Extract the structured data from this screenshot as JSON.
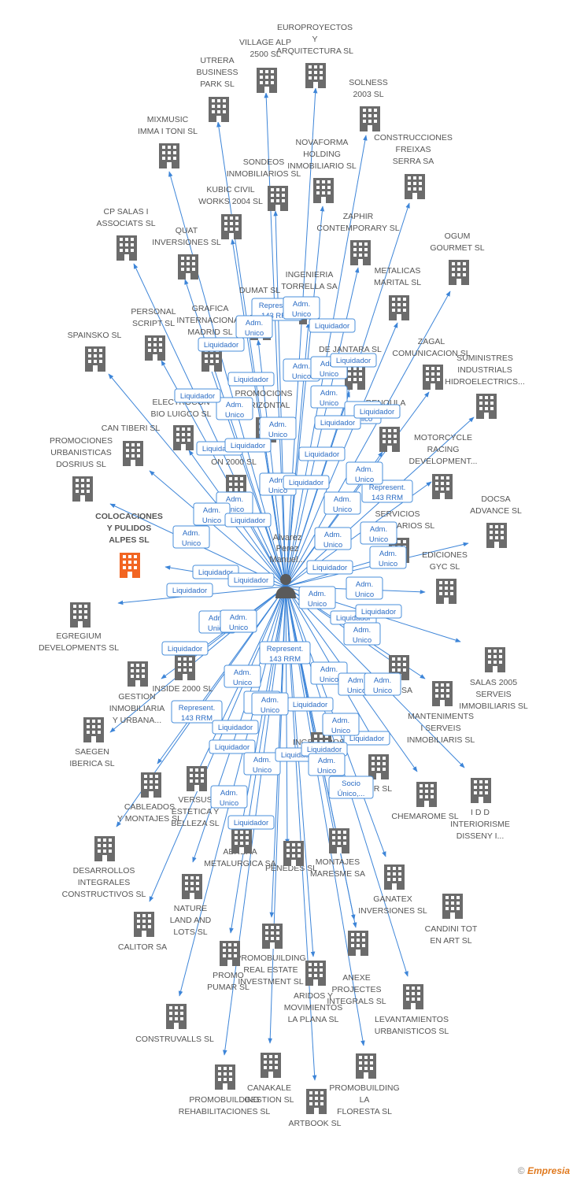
{
  "center": {
    "label_lines": [
      "Alvarez",
      "Perez",
      "Manuel..."
    ]
  },
  "colors": {
    "edge": "#3d85d8",
    "building": "#6b6b6b",
    "highlight": "#f26522",
    "role_border": "#4a8fdb",
    "role_text": "#2b6cc4"
  },
  "companies": [
    {
      "id": "europroyectos",
      "lines": [
        "EUROPROYECTOS",
        "Y",
        "ARQUITECTURA SL"
      ]
    },
    {
      "id": "village-alp",
      "lines": [
        "VILLAGE ALP",
        "2500 SL"
      ]
    },
    {
      "id": "utrera",
      "lines": [
        "UTRERA",
        "BUSINESS",
        "PARK SL"
      ]
    },
    {
      "id": "solness",
      "lines": [
        "SOLNESS",
        "2003 SL"
      ]
    },
    {
      "id": "mixmusic",
      "lines": [
        "MIXMUSIC",
        "IMMA I TONI SL"
      ]
    },
    {
      "id": "novaforma",
      "lines": [
        "NOVAFORMA",
        "HOLDING",
        "INMOBILIARIO SL"
      ]
    },
    {
      "id": "construcciones-freixas",
      "lines": [
        "CONSTRUCCIONES",
        "FREIXAS",
        "SERRA SA"
      ]
    },
    {
      "id": "sondeos",
      "lines": [
        "SONDEOS",
        "INMOBILIARIOS SL"
      ]
    },
    {
      "id": "kubic",
      "lines": [
        "KUBIC CIVIL",
        "WORKS 2004 SL"
      ]
    },
    {
      "id": "cp-salas",
      "lines": [
        "CP SALAS I",
        "ASSOCIATS SL"
      ]
    },
    {
      "id": "zaphir",
      "lines": [
        "ZAPHIR",
        "CONTEMPORARY SL"
      ]
    },
    {
      "id": "quat",
      "lines": [
        "QUAT",
        "INVERSIONES SL"
      ]
    },
    {
      "id": "ogum",
      "lines": [
        "OGUM",
        "GOURMET SL"
      ]
    },
    {
      "id": "ingenieria-torrella",
      "lines": [
        "INGENIERIA",
        "TORRELLA SA"
      ]
    },
    {
      "id": "metalicas-marital",
      "lines": [
        "METALICAS",
        "MARITAL SL"
      ]
    },
    {
      "id": "dumat",
      "lines": [
        "DUMAT SL"
      ]
    },
    {
      "id": "personal-script",
      "lines": [
        "PERSONAL",
        "SCRIPT SL"
      ]
    },
    {
      "id": "grafica",
      "lines": [
        "GRAFICA",
        "INTERNACIONAL",
        "MADRID SL"
      ]
    },
    {
      "id": "spainsko",
      "lines": [
        "SPAINSKO SL"
      ]
    },
    {
      "id": "zagal",
      "lines": [
        "ZAGAL",
        "COMUNICACION SL"
      ]
    },
    {
      "id": "de-jantara",
      "lines": [
        "DE JANTARA SL"
      ]
    },
    {
      "id": "suministres",
      "lines": [
        "SUMINISTRES",
        "INDUSTRIALS",
        "HIDROELECTRICS..."
      ]
    },
    {
      "id": "electrocon",
      "lines": [
        "ELECTROCON",
        "BIO LUIGCO SL"
      ]
    },
    {
      "id": "promociones-horizontal",
      "lines": [
        "PROMOCIONS",
        "HORIZONTAL"
      ]
    },
    {
      "id": "renoula",
      "lines": [
        "RENOULA"
      ]
    },
    {
      "id": "can-tiberi",
      "lines": [
        "CAN TIBERI SL"
      ]
    },
    {
      "id": "promociones-dosrius",
      "lines": [
        "PROMOCIONES",
        "URBANISTICAS",
        "DOSRIUS SL"
      ]
    },
    {
      "id": "motorcycle",
      "lines": [
        "MOTORCYCLE",
        "RACING",
        "DEVELOPMENT..."
      ]
    },
    {
      "id": "on-2000",
      "lines": [
        "ON 2000 SL"
      ]
    },
    {
      "id": "docsa",
      "lines": [
        "DOCSA",
        "ADVANCE SL"
      ]
    },
    {
      "id": "servicios-inmobiliarios",
      "lines": [
        "SERVICIOS",
        "INMOBILIARIOS SL"
      ]
    },
    {
      "id": "colocaciones",
      "lines": [
        "COLOCACIONES",
        "Y PULIDOS",
        "ALPES SL"
      ],
      "highlight": true
    },
    {
      "id": "ediciones-gyc",
      "lines": [
        "EDICIONES",
        "GYC SL"
      ]
    },
    {
      "id": "egregium",
      "lines": [
        "EGREGIUM",
        "DEVELOPMENTS SL"
      ]
    },
    {
      "id": "salas-2005",
      "lines": [
        "SALAS 2005",
        "SERVEIS",
        "IMMOBILIARIS SL"
      ]
    },
    {
      "id": "gestion-inmobiliaria",
      "lines": [
        "GESTION",
        "INMOBILIARIA",
        "Y URBANA..."
      ]
    },
    {
      "id": "inside-2000",
      "lines": [
        "INSIDE 2000 SL"
      ]
    },
    {
      "id": "manteniments",
      "lines": [
        "MANTENIMENTS",
        "I SERVEIS",
        "INMOBILIARIS SL"
      ]
    },
    {
      "id": "saegen",
      "lines": [
        "SAEGEN",
        "IBERICA SL"
      ]
    },
    {
      "id": "ingenieros",
      "lines": [
        "INGENIEROS",
        "ORES"
      ]
    },
    {
      "id": "cableados",
      "lines": [
        "CABLEADOS",
        "Y MONTAJES SL"
      ]
    },
    {
      "id": "versus",
      "lines": [
        "VERSUS",
        "ESTETICA Y",
        "BELLEZA SL"
      ]
    },
    {
      "id": "chemarome",
      "lines": [
        "CHEMAROME SL"
      ]
    },
    {
      "id": "idd",
      "lines": [
        "I D D",
        "INTERIORISME",
        "DISSENY I..."
      ]
    },
    {
      "id": "desarrollos",
      "lines": [
        "DESARROLLOS",
        "INTEGRALES",
        "CONSTRUCTIVOS SL"
      ]
    },
    {
      "id": "abrera",
      "lines": [
        "ABRERA",
        "METALURGICA SA"
      ]
    },
    {
      "id": "dyv",
      "lines": [
        "DYV",
        "PENEDES SL"
      ]
    },
    {
      "id": "montajes-maresme",
      "lines": [
        "MONTAJES",
        "MARESME SA"
      ]
    },
    {
      "id": "ganatex",
      "lines": [
        "GANATEX",
        "INVERSIONES SL"
      ]
    },
    {
      "id": "nature-land",
      "lines": [
        "NATURE",
        "LAND AND",
        "LOTS SL"
      ]
    },
    {
      "id": "calitor",
      "lines": [
        "CALITOR SA"
      ]
    },
    {
      "id": "candini",
      "lines": [
        "CANDINI TOT",
        "EN ART SL"
      ]
    },
    {
      "id": "promobuilding-real",
      "lines": [
        "PROMOBUILDING",
        "REAL ESTATE",
        "INVESTMENT SL"
      ]
    },
    {
      "id": "promo-pumar",
      "lines": [
        "PROMO",
        "PUMAR SL"
      ]
    },
    {
      "id": "anexe",
      "lines": [
        "ANEXE",
        "PROJECTES",
        "INTEGRALS SL"
      ]
    },
    {
      "id": "aridos",
      "lines": [
        "ARIDOS Y",
        "MOVIMIENTOS",
        "LA PLANA SL"
      ]
    },
    {
      "id": "levantamientos",
      "lines": [
        "LEVANTAMIENTOS",
        "URBANISTICOS SL"
      ]
    },
    {
      "id": "construvalls",
      "lines": [
        "CONSTRUVALLS SL"
      ]
    },
    {
      "id": "canakale",
      "lines": [
        "CANAKALE",
        "GESTION SL"
      ]
    },
    {
      "id": "promobuilding-floresta",
      "lines": [
        "PROMOBUILDING",
        "LA",
        "FLORESTA SL"
      ]
    },
    {
      "id": "promobuilding-rehab",
      "lines": [
        "PROMOBUILDING",
        "REHABILITACIONES SL"
      ]
    },
    {
      "id": "artbook",
      "lines": [
        "ARTBOOK SL"
      ]
    },
    {
      "id": "ler",
      "lines": [
        "LER SL"
      ]
    },
    {
      "id": "sa-mid",
      "lines": [
        "SA"
      ]
    }
  ],
  "roles": [
    [
      "Represent.",
      "143 RRM"
    ],
    [
      "Adm.",
      "Unico"
    ],
    [
      "Adm.",
      "Unico"
    ],
    [
      "Liquidador"
    ],
    [
      "Adm.",
      "Unico"
    ],
    [
      "Liquidador"
    ],
    [
      "Adm.",
      "Unico"
    ],
    [
      "Liquidador"
    ],
    [
      "Adm.",
      "Unico"
    ],
    [
      "Adm.",
      "Unico"
    ],
    [
      "Liquidador"
    ],
    [
      "Adm.",
      "Unico"
    ],
    [
      "Liquidador"
    ],
    [
      "Adm.",
      "Unico"
    ],
    [
      "Liquidador"
    ],
    [
      "Liquidador"
    ],
    [
      "Liquidador"
    ],
    [
      "Liquidador"
    ],
    [
      "Liquidador"
    ],
    [
      "Adm.",
      "Unico"
    ],
    [
      "Represent.",
      "143 RRM"
    ],
    [
      "Adm.",
      "Unico"
    ],
    [
      "Adm.",
      "Unico"
    ],
    [
      "Adm.",
      "Unico"
    ],
    [
      "Liquidador"
    ],
    [
      "Adm.",
      "Unico"
    ],
    [
      "Adm.",
      "Unico"
    ],
    [
      "Adm.",
      "Unico"
    ],
    [
      "Liquidador"
    ],
    [
      "Adm.",
      "Unico"
    ],
    [
      "Liquidador"
    ],
    [
      "Liquidador"
    ],
    [
      "Adm.",
      "Unico"
    ],
    [
      "Liquidador"
    ],
    [
      "Adm.",
      "Unico"
    ],
    [
      "Adm.",
      "Unico"
    ],
    [
      "Liquidador"
    ],
    [
      "Adm.",
      "Unico"
    ],
    [
      "Represent.",
      "143 RRM"
    ],
    [
      "Liquidador"
    ],
    [
      "Liquidador"
    ],
    [
      "Adm.",
      "Unico"
    ],
    [
      "Liquidador"
    ],
    [
      "Adm.",
      "Unico"
    ],
    [
      "Adm.",
      "Unico"
    ],
    [
      "Adm.",
      "Unico"
    ],
    [
      "Represent.",
      "143 RRM"
    ],
    [
      "Adm.",
      "Unico"
    ],
    [
      "Liquidador"
    ],
    [
      "Liquidador"
    ],
    [
      "Adm.",
      "Unico"
    ],
    [
      "Liquidador"
    ],
    [
      "Adm.",
      "Unico"
    ],
    [
      "Adm.",
      "Unico"
    ],
    [
      "Liquidador"
    ],
    [
      "Adm.",
      "Unico"
    ],
    [
      "Socio",
      "Único,..."
    ],
    [
      "Adm.",
      "Unico"
    ],
    [
      "Liquidador"
    ],
    [
      "Liquidador"
    ],
    [
      "Adm.",
      "Unico"
    ],
    [
      "Liquidador"
    ],
    [
      "Adm.",
      "Unico"
    ]
  ],
  "footer": {
    "copyright": "©",
    "brand": "Empresia"
  }
}
